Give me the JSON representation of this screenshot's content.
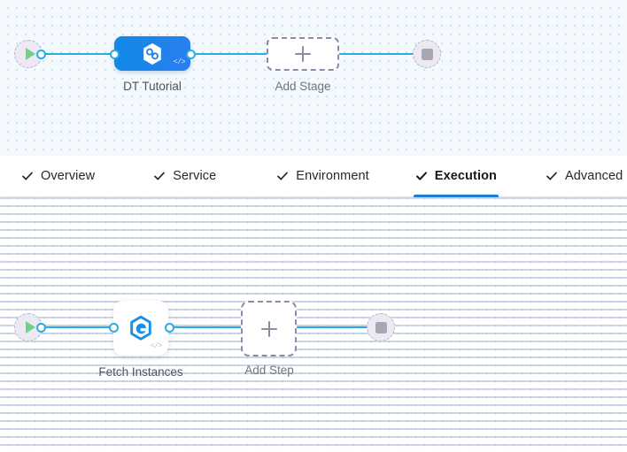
{
  "pipeline": {
    "start_node": {
      "name": "start",
      "icon": "play-icon"
    },
    "end_node": {
      "name": "end",
      "icon": "stop-icon"
    },
    "stage": {
      "label": "DT Tutorial",
      "icon": "hexagon-link-icon",
      "badge": "</>",
      "color": "#1a86e8"
    },
    "add_stage": {
      "label": "Add Stage",
      "icon": "plus-icon"
    }
  },
  "tabs": [
    {
      "label": "Overview",
      "icon": "check-icon",
      "active": false
    },
    {
      "label": "Service",
      "icon": "check-icon",
      "active": false
    },
    {
      "label": "Environment",
      "icon": "check-icon",
      "active": false
    },
    {
      "label": "Execution",
      "icon": "check-icon",
      "active": true
    },
    {
      "label": "Advanced",
      "icon": "check-icon",
      "active": false
    }
  ],
  "execution": {
    "start_node": {
      "name": "start",
      "icon": "play-icon"
    },
    "end_node": {
      "name": "end",
      "icon": "stop-icon"
    },
    "step": {
      "label": "Fetch Instances",
      "icon": "hexagon-e-icon",
      "badge": "</>"
    },
    "add_step": {
      "label": "Add Step",
      "icon": "plus-icon"
    }
  },
  "colors": {
    "edge": "#29ace3",
    "accent": "#1d7ed8",
    "stage_blue": "#1a86e8",
    "placeholder_border": "#8c8aa6",
    "play_green": "#6fd18a",
    "stop_gray": "#a8a6b5"
  }
}
